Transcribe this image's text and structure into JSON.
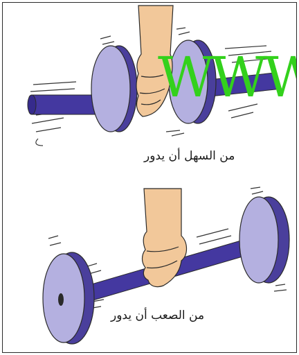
{
  "watermark": {
    "text": "WWW",
    "color": "#33d11c"
  },
  "panels": [
    {
      "caption": "من السهل أن يدور"
    },
    {
      "caption": "من الصعب أن يدور"
    }
  ],
  "colors": {
    "disk_face": "#b4b0e0",
    "disk_rim": "#4a3f9c",
    "rod": "#4438a0",
    "hand_skin": "#f2c89a",
    "outline": "#2a2a2a"
  }
}
